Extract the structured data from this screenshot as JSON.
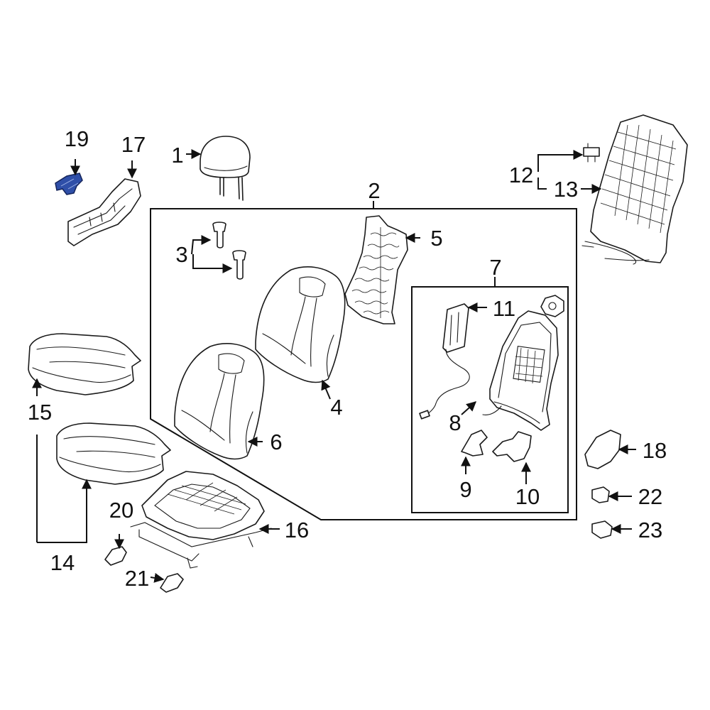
{
  "diagram": {
    "highlight_color": "#2f4fa8",
    "highlighted_part": "19",
    "callouts": {
      "p1": "1",
      "p2": "2",
      "p3": "3",
      "p4": "4",
      "p5": "5",
      "p6": "6",
      "p7": "7",
      "p8": "8",
      "p9": "9",
      "p10": "10",
      "p11": "11",
      "p12": "12",
      "p13": "13",
      "p14": "14",
      "p15": "15",
      "p16": "16",
      "p17": "17",
      "p18": "18",
      "p19": "19",
      "p20": "20",
      "p21": "21",
      "p22": "22",
      "p23": "23"
    }
  }
}
